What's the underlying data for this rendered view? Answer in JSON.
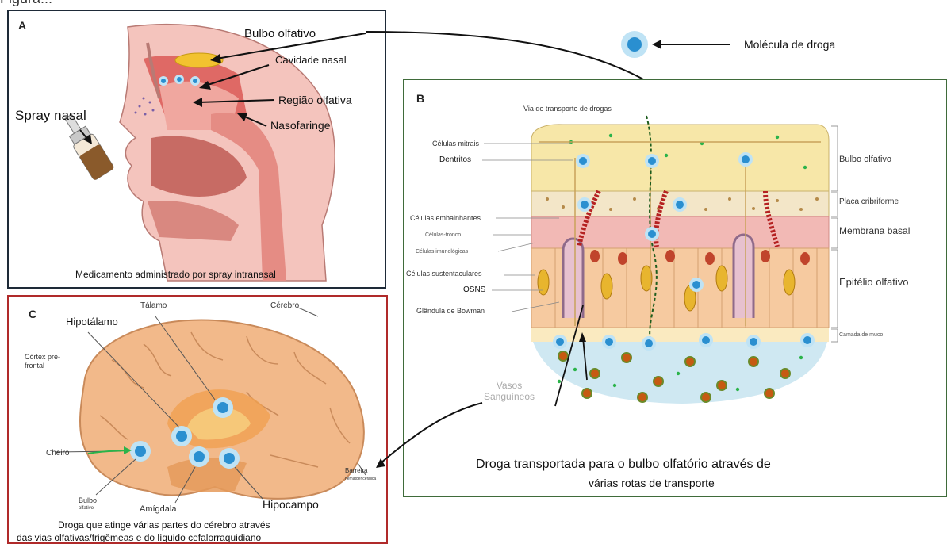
{
  "top_title_fragment": "Figura...",
  "legend": {
    "molecule_label": "Molécula de droga"
  },
  "panel_a": {
    "letter": "A",
    "bulbo_olfativo": "Bulbo olfativo",
    "cavidade_nasal": "Cavidade nasal",
    "regiao_olfativa": "Região olfativa",
    "nasofaringe": "Nasofaringe",
    "spray_nasal": "Spray nasal",
    "caption": "Medicamento administrado por spray intranasal"
  },
  "panel_b": {
    "letter": "B",
    "via_transporte": "Via de transporte de drogas",
    "celulas_mitrais": "Células mitrais",
    "dentritos": "Dentritos",
    "celulas_embainhantes": "Células embainhantes",
    "celulas_tronco": "Células-tronco",
    "celulas_imunologicas": "Células imunológicas",
    "celulas_sustentaculares": "Células sustentaculares",
    "osns": "OSNS",
    "glandula_bowman": "Glândula de Bowman",
    "bulbo_olfativo": "Bulbo olfativo",
    "placa_cribriforme": "Placa cribriforme",
    "membrana_basal": "Membrana basal",
    "epitelio_olfativo": "Epitélio olfativo",
    "camada_muco": "Camada de muco",
    "vasos_line1": "Vasos",
    "vasos_line2": "Sanguíneos",
    "caption_line1": "Droga transportada para o bulbo olfatório através de",
    "caption_line2": "várias rotas de transporte"
  },
  "panel_c": {
    "letter": "C",
    "talamo": "Tálamo",
    "cerebro": "Cérebro",
    "hipotalamo": "Hipotálamo",
    "cortex_line1": "Córtex pré-",
    "cortex_line2": "frontal",
    "cheiro": "Cheiro",
    "bulbo_line1": "Bulbo",
    "bulbo_line2": "olfativo",
    "amigdala": "Amígdala",
    "hipocampo": "Hipocampo",
    "barreira_line1": "Barreira",
    "barreira_line2": "hematoencefálica",
    "caption_line1": "Droga que atinge várias partes do cérebro através",
    "caption_line2": "das vias olfativas/trigêmeas e do líquido cefalorraquidiano"
  },
  "colors": {
    "molecule_outer": "#bfe3f5",
    "molecule_inner": "#2a8fd0",
    "brain": "#f2b98a",
    "bulb": "#f7e7a8",
    "cribriform": "#f3e6c8",
    "epithelium": "#f6caa0",
    "mucus": "#cfe8f2",
    "tissue_pink": "#f2b9b5"
  }
}
